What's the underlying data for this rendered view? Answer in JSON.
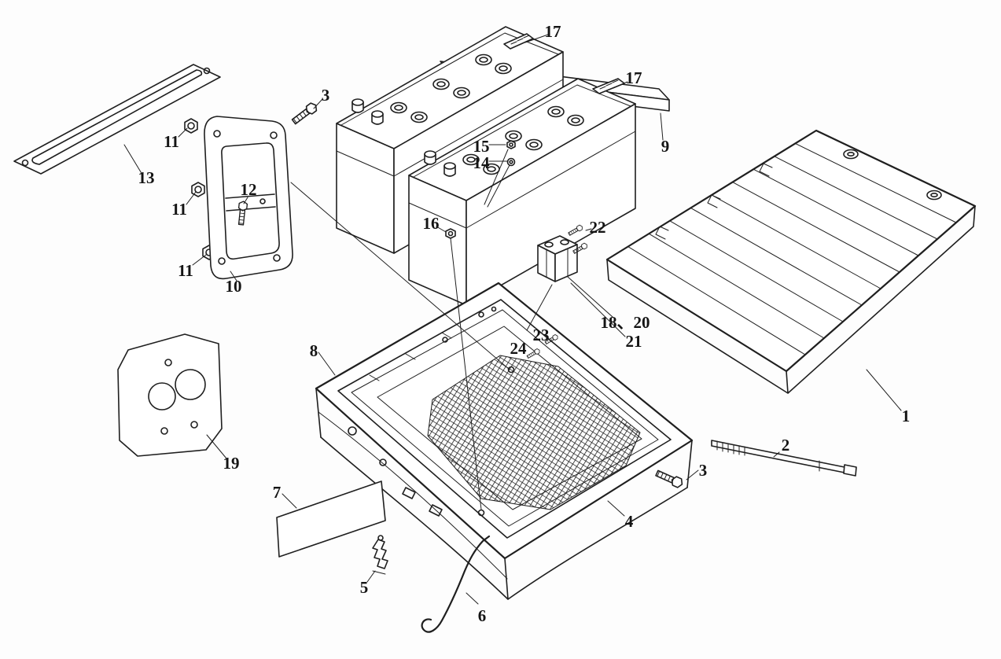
{
  "style": {
    "background": "#fdfdfd",
    "line_color": "#1f1f1f",
    "label_color": "#141414"
  },
  "callouts": [
    {
      "id": "17-top",
      "label": "17"
    },
    {
      "id": "17-right",
      "label": "17"
    },
    {
      "id": "3-top",
      "label": "3"
    },
    {
      "id": "9",
      "label": "9"
    },
    {
      "id": "11-top",
      "label": "11"
    },
    {
      "id": "13",
      "label": "13"
    },
    {
      "id": "15",
      "label": "15"
    },
    {
      "id": "14",
      "label": "14"
    },
    {
      "id": "11-mid",
      "label": "11"
    },
    {
      "id": "12",
      "label": "12"
    },
    {
      "id": "16",
      "label": "16"
    },
    {
      "id": "22",
      "label": "22"
    },
    {
      "id": "11-bottom",
      "label": "11"
    },
    {
      "id": "10",
      "label": "10"
    },
    {
      "id": "18-20",
      "label": "18、20"
    },
    {
      "id": "21",
      "label": "21"
    },
    {
      "id": "8",
      "label": "8"
    },
    {
      "id": "23",
      "label": "23"
    },
    {
      "id": "24",
      "label": "24"
    },
    {
      "id": "19",
      "label": "19"
    },
    {
      "id": "1",
      "label": "1"
    },
    {
      "id": "2",
      "label": "2"
    },
    {
      "id": "3-bottom",
      "label": "3"
    },
    {
      "id": "7",
      "label": "7"
    },
    {
      "id": "4",
      "label": "4"
    },
    {
      "id": "5",
      "label": "5"
    },
    {
      "id": "6",
      "label": "6"
    }
  ]
}
